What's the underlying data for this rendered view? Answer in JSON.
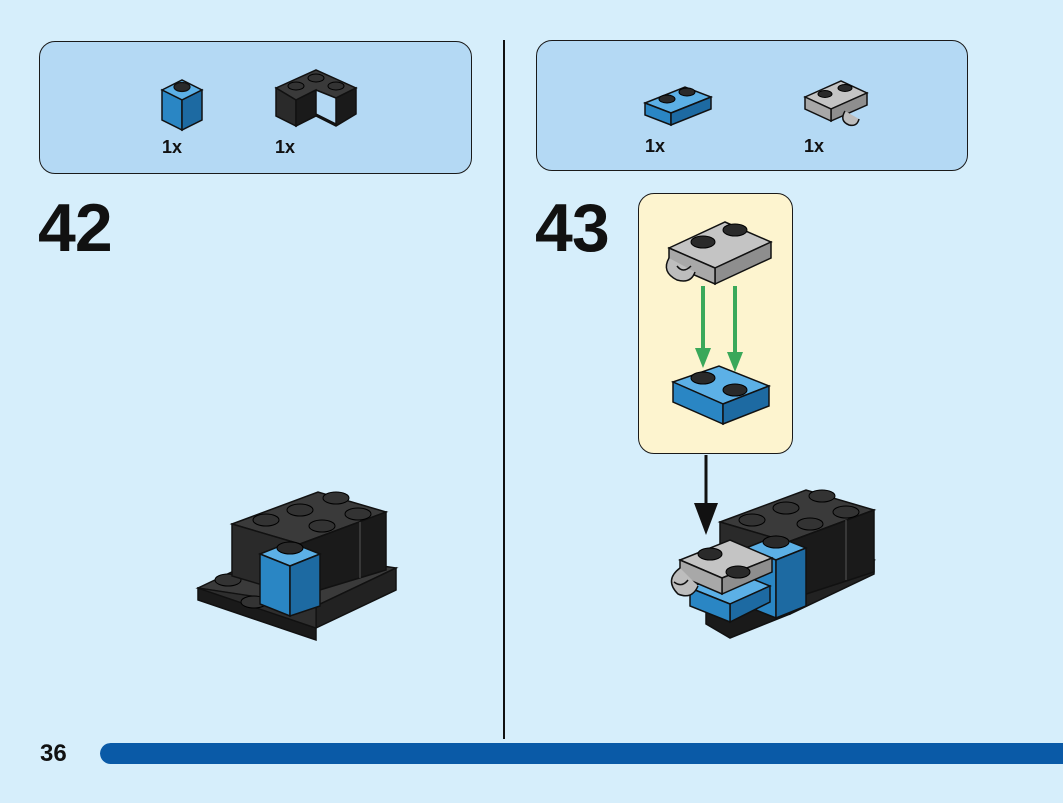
{
  "page": {
    "number": "36",
    "progress": 1.0
  },
  "colors": {
    "background": "#d6eefb",
    "parts_box": "#b4d9f4",
    "callout": "#fdf4cf",
    "progress": "#0a5aa7",
    "brick_blue": "#2a86c4",
    "brick_black": "#2a2a2a",
    "brick_gray": "#a8a8a8",
    "arrow_green": "#3aa85a"
  },
  "steps": [
    {
      "number": "42",
      "parts": [
        {
          "icon": "blue-1x1-brick-icon",
          "quantity": "1x"
        },
        {
          "icon": "black-corner-brick-icon",
          "quantity": "1x"
        }
      ]
    },
    {
      "number": "43",
      "parts": [
        {
          "icon": "blue-1x2-plate-icon",
          "quantity": "1x"
        },
        {
          "icon": "gray-clip-plate-icon",
          "quantity": "1x"
        }
      ]
    }
  ]
}
